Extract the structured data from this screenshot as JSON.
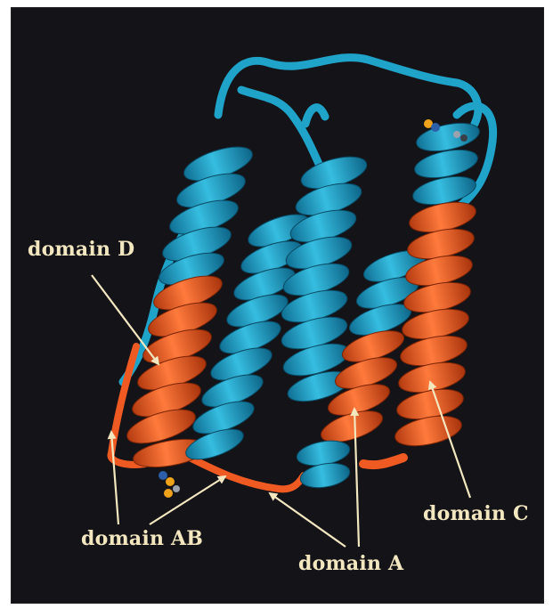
{
  "figure": {
    "colors": {
      "background": "#131318",
      "helix_blue": "#1fa3c9",
      "helix_orange": "#ef5a22",
      "label_text": "#f3e7c0",
      "arrow": "#f3e7c0"
    },
    "labels": {
      "domain_d": "domain D",
      "domain_ab": "domain AB",
      "domain_a": "domain A",
      "domain_c": "domain C"
    }
  }
}
